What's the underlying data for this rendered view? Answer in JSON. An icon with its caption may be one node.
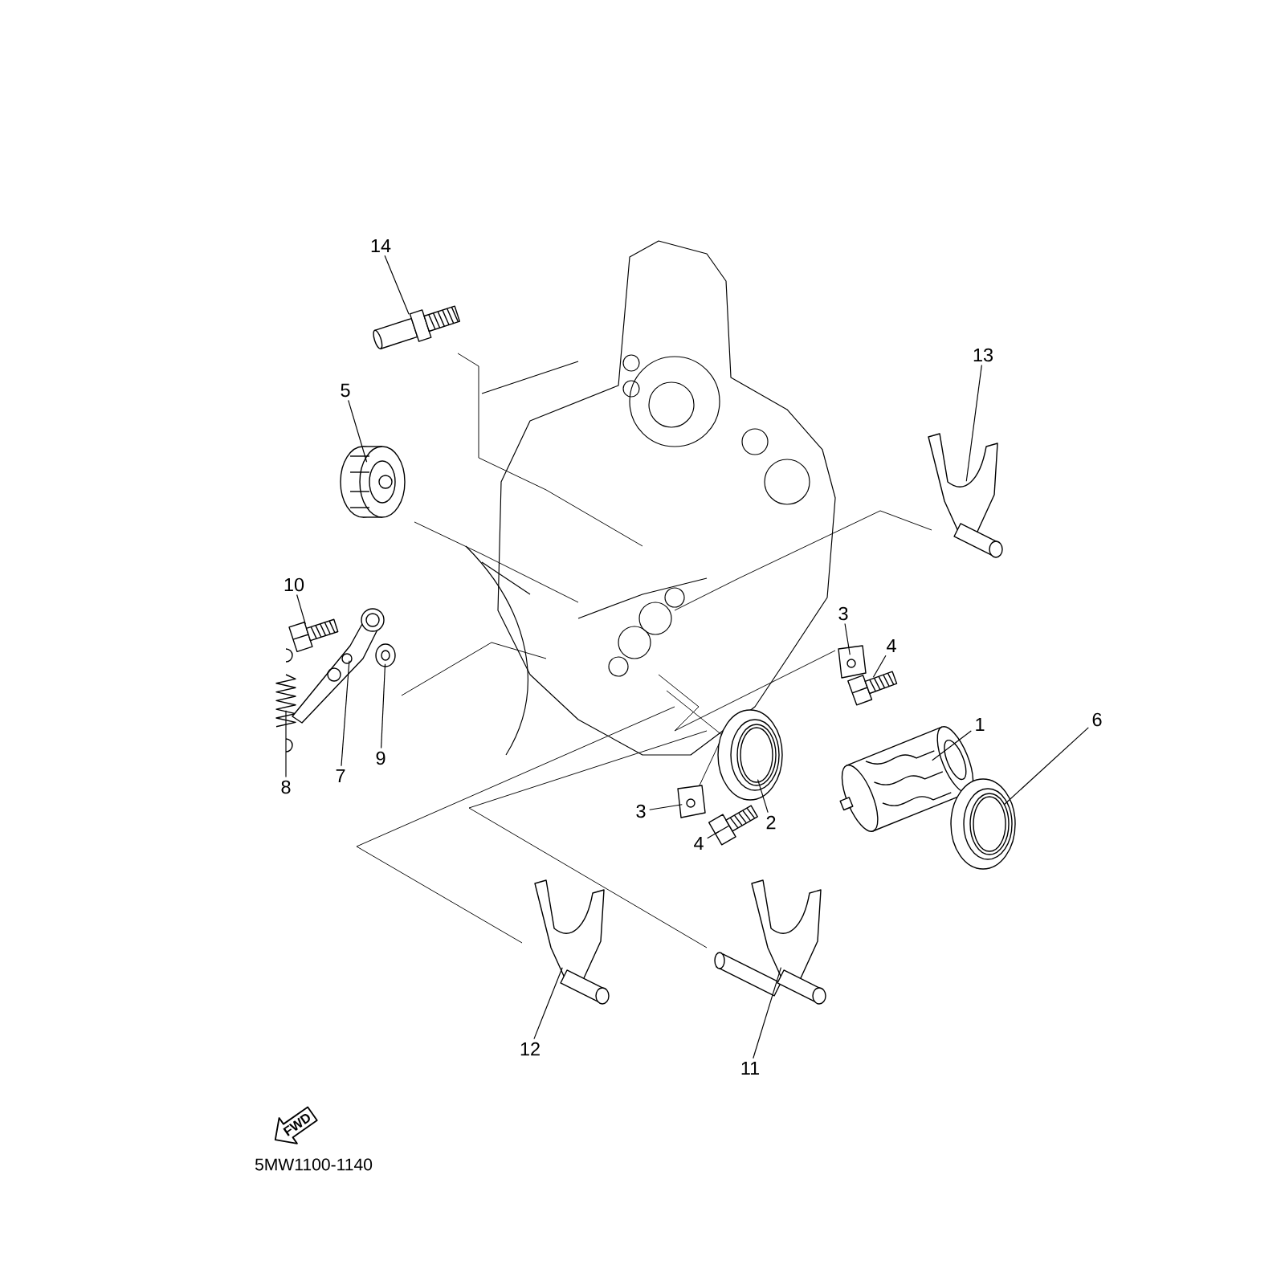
{
  "diagram": {
    "nodes": [
      {
        "text": [
          "14"
        ]
      },
      {
        "text": [
          "5"
        ]
      },
      {
        "text": [
          "13"
        ]
      },
      {
        "text": [
          "10"
        ]
      },
      {
        "text": [
          "3"
        ]
      },
      {
        "text": [
          "4"
        ]
      },
      {
        "text": [
          "1"
        ]
      },
      {
        "text": [
          "6"
        ]
      },
      {
        "text": [
          "9"
        ]
      },
      {
        "text": [
          "8"
        ]
      },
      {
        "text": [
          "7"
        ]
      },
      {
        "text": [
          "3"
        ]
      },
      {
        "text": [
          "4"
        ]
      },
      {
        "text": [
          "2"
        ]
      },
      {
        "text": [
          "12"
        ]
      },
      {
        "text": [
          "11"
        ]
      },
      {
        "text": [],
        "shape": "picture"
      },
      {
        "text": [],
        "shape": "picture"
      },
      {
        "text": [],
        "shape": "picture"
      },
      {
        "text": [],
        "shape": "picture"
      },
      {
        "text": [],
        "shape": "picture"
      },
      {
        "text": [],
        "shape": "picture"
      },
      {
        "text": [],
        "shape": "picture"
      },
      {
        "text": [],
        "shape": "picture"
      },
      {
        "text": [],
        "shape": "picture"
      },
      {
        "text": [],
        "shape": "picture"
      },
      {
        "text": [],
        "shape": "picture"
      },
      {
        "text": [],
        "shape": "picture"
      },
      {
        "text": [],
        "shape": "picture"
      },
      {
        "text": [],
        "shape": "picture"
      },
      {
        "text": [],
        "shape": "picture"
      },
      {
        "text": [],
        "shape": "picture"
      },
      {
        "text": [
          "FWD"
        ]
      }
    ],
    "edges": [
      {
        "from": 0,
        "to": 16,
        "arrow": "none"
      },
      {
        "from": 1,
        "to": 17,
        "arrow": "none"
      },
      {
        "from": 2,
        "to": 18,
        "arrow": "none"
      },
      {
        "from": 3,
        "to": 19,
        "arrow": "none"
      },
      {
        "from": 4,
        "to": 20,
        "arrow": "none"
      },
      {
        "from": 5,
        "to": 21,
        "arrow": "none"
      },
      {
        "from": 6,
        "to": 22,
        "arrow": "none"
      },
      {
        "from": 7,
        "to": 23,
        "arrow": "none"
      },
      {
        "from": 8,
        "to": 24,
        "arrow": "none"
      },
      {
        "from": 9,
        "to": 25,
        "arrow": "none"
      },
      {
        "from": 10,
        "to": 26,
        "arrow": "none"
      },
      {
        "from": 11,
        "to": 27,
        "arrow": "none"
      },
      {
        "from": 12,
        "to": 28,
        "arrow": "none"
      },
      {
        "from": 13,
        "to": 29,
        "arrow": "none"
      },
      {
        "from": 14,
        "to": 30,
        "arrow": "none"
      },
      {
        "from": 15,
        "to": 31,
        "arrow": "none"
      }
    ],
    "labels": [
      "5MW1100-1140"
    ]
  }
}
